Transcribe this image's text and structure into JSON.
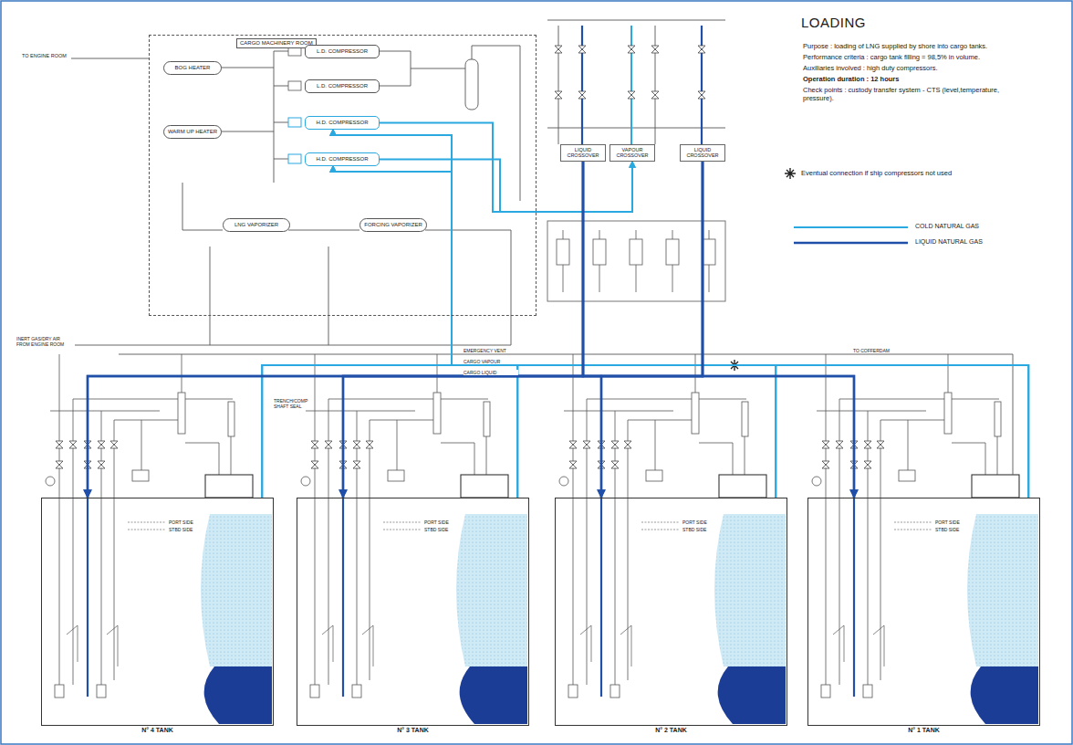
{
  "diagram": {
    "title": "LOADING",
    "nodes": [
      {
        "text": [
          "CARGO MACHINERY ROOM"
        ]
      },
      {
        "text": [
          "BOG HEATER"
        ],
        "in": 0
      },
      {
        "text": [
          "L.D. COMPRESSOR"
        ],
        "in": 0
      },
      {
        "text": [
          "L.D. COMPRESSOR"
        ],
        "in": 0
      },
      {
        "text": [
          "WARM UP HEATER"
        ],
        "in": 0
      },
      {
        "text": [
          "H.D. COMPRESSOR"
        ],
        "in": 0
      },
      {
        "text": [
          "H.D. COMPRESSOR"
        ],
        "in": 0
      },
      {
        "text": [
          "LNG VAPORIZER"
        ],
        "in": 0
      },
      {
        "text": [
          "FORCING VAPORIZER"
        ],
        "in": 0
      },
      {
        "text": [
          "LIQUID CROSSOVER"
        ]
      },
      {
        "text": [
          "VAPOUR CROSSOVER"
        ]
      },
      {
        "text": [
          "LIQUID CROSSOVER"
        ]
      },
      {
        "text": [
          "N° 4 TANK"
        ]
      },
      {
        "text": [
          "N° 3 TANK"
        ]
      },
      {
        "text": [
          "N° 2 TANK"
        ]
      },
      {
        "text": [
          "N° 1 TANK"
        ]
      }
    ],
    "edges": [
      {
        "from": 12,
        "to": 5,
        "arrow": "to"
      },
      {
        "from": 12,
        "to": 6,
        "arrow": "to"
      },
      {
        "from": 13,
        "to": 5,
        "arrow": "to"
      },
      {
        "from": 13,
        "to": 6,
        "arrow": "to"
      },
      {
        "from": 14,
        "to": 5,
        "arrow": "to"
      },
      {
        "from": 14,
        "to": 6,
        "arrow": "to"
      },
      {
        "from": 15,
        "to": 5,
        "arrow": "to"
      },
      {
        "from": 15,
        "to": 6,
        "arrow": "to"
      },
      {
        "from": 5,
        "to": 10,
        "arrow": "to"
      },
      {
        "from": 6,
        "to": 10,
        "arrow": "to"
      },
      {
        "from": 9,
        "to": 12,
        "arrow": "to"
      },
      {
        "from": 9,
        "to": 13,
        "arrow": "to"
      },
      {
        "from": 9,
        "to": 14,
        "arrow": "to"
      },
      {
        "from": 9,
        "to": 15,
        "arrow": "to"
      },
      {
        "from": 11,
        "to": 12,
        "arrow": "to"
      },
      {
        "from": 11,
        "to": 13,
        "arrow": "to"
      },
      {
        "from": 11,
        "to": 14,
        "arrow": "to"
      },
      {
        "from": 11,
        "to": 15,
        "arrow": "to"
      }
    ],
    "labels": [
      "Purpose : loading of LNG supplied by shore into cargo tanks.",
      "Performance criteria : cargo tank filling = 98,5% in volume.",
      "Auxiliaries involved : high duty compressors.",
      "Operation duration : 12 hours",
      "Check points : custody transfer system - CTS (level,temperature, pressure).",
      "Eventual connection if ship compressors not used",
      "TO ENGINE ROOM",
      "INERT GAS/DRY AIR FROM ENGINE ROOM",
      "EMERGENCY VENT",
      "CARGO VAPOUR",
      "CARGO LIQUID",
      "TO COFFERDAM",
      "TRENCH/COMP SHAFT SEAL",
      "PORT SIDE",
      "STBD SIDE",
      "PORT SIDE",
      "STBD SIDE",
      "PORT SIDE",
      "STBD SIDE",
      "PORT SIDE",
      "STBD SIDE"
    ],
    "legend": [
      {
        "text": "COLD NATURAL GAS"
      },
      {
        "text": "LIQUID NATURAL GAS"
      }
    ]
  }
}
